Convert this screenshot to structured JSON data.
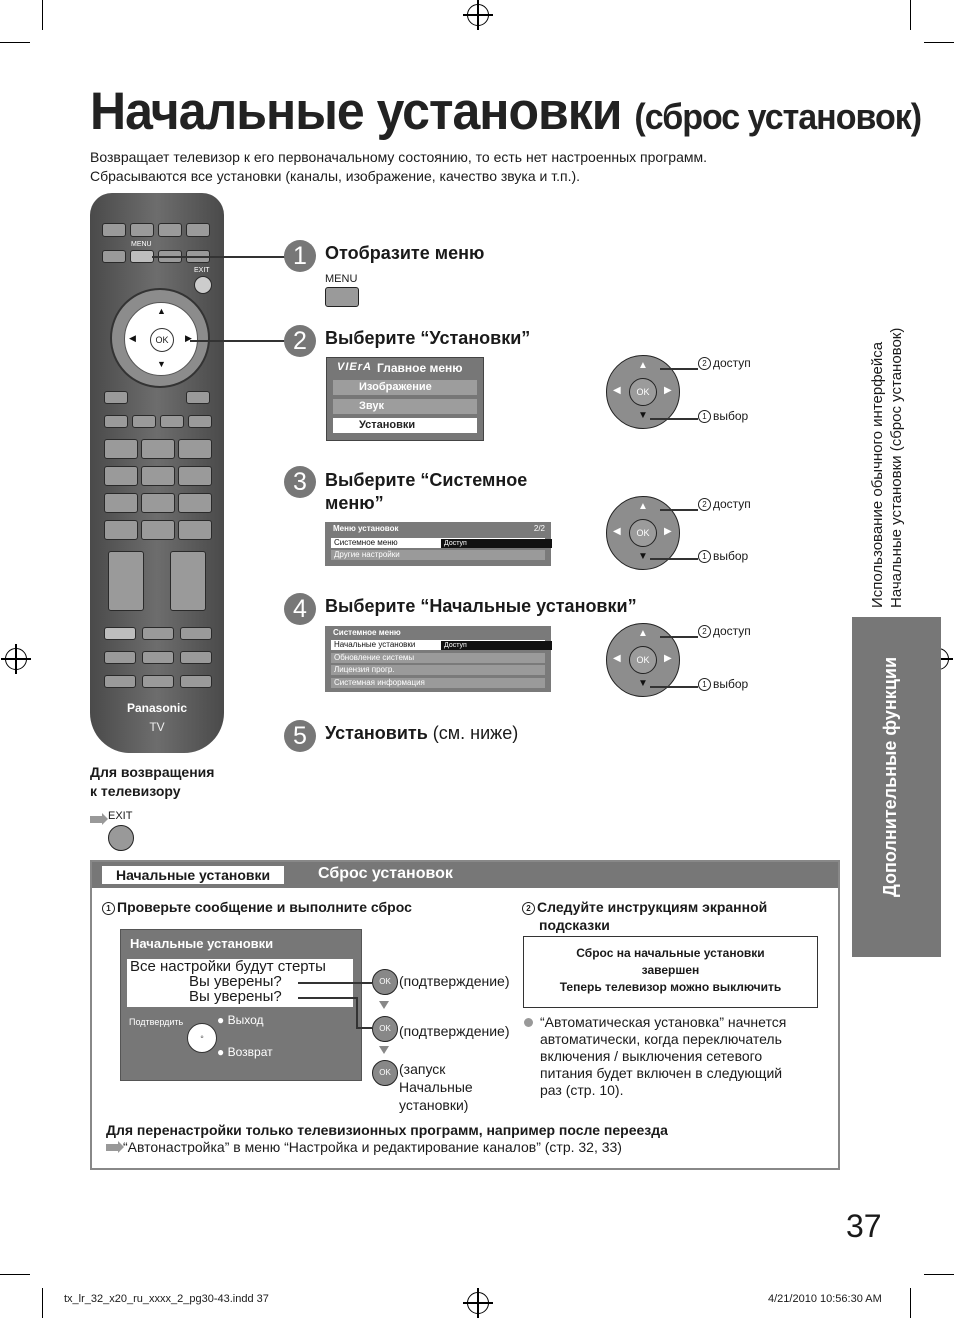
{
  "page": {
    "title_main": "Начальные установки",
    "title_sub": "(сброс установок)",
    "intro_line1": "Возвращает телевизор к его первоначальному состоянию, то есть нет настроенных программ.",
    "intro_line2": "Сбрасываются все установки (каналы, изображение, качество звука и т.п.).",
    "page_number": "37"
  },
  "remote": {
    "menu_label": "MENU",
    "exit_label": "EXIT",
    "ok_label": "OK",
    "brand": "Panasonic",
    "tv_label": "TV"
  },
  "return": {
    "text_line1": "Для возвращения",
    "text_line2": "к телевизору",
    "exit_label": "EXIT"
  },
  "steps": [
    {
      "num": "1",
      "title": "Отобразите меню",
      "button_label": "MENU"
    },
    {
      "num": "2",
      "title": "Выберите “Установки”"
    },
    {
      "num": "3",
      "title_line1": "Выберите “Системное",
      "title_line2": "меню”"
    },
    {
      "num": "4",
      "title": "Выберите “Начальные установки”"
    },
    {
      "num": "5",
      "title": "Установить",
      "title_note": "(см. ниже)"
    }
  ],
  "main_menu": {
    "logo": "VIErA",
    "header": "Главное меню",
    "items": [
      "Изображение",
      "Звук",
      "Установки"
    ],
    "selected_index": 2
  },
  "setup_menu": {
    "header": "Меню установок",
    "page": "2/2",
    "rows": [
      "Системное меню",
      "Другие настройки"
    ],
    "value": "Доступ"
  },
  "system_menu": {
    "header": "Системное меню",
    "rows": [
      "Начальные установки",
      "Обновление системы",
      "Лицензия прогр.",
      "Системная информация"
    ],
    "value": "Доступ"
  },
  "dials": {
    "ok": "OK",
    "access_num": "②",
    "access": "доступ",
    "select_num": "①",
    "select": "выбор"
  },
  "side": {
    "line1": "Использование обычного интерфейса",
    "line2": "Начальные установки (сброс установок)",
    "tab": "Дополнительные функции"
  },
  "reset_box": {
    "label": "Начальные установки",
    "title": "Сброс установок",
    "step1_num": "①",
    "step1": "Проверьте сообщение и выполните сброс",
    "step2_num": "②",
    "step2_line1": "Следуйте инструкциям экранной",
    "step2_line2": "подсказки",
    "osd_header": "Начальные установки",
    "osd_line1": "Все настройки будут стерты",
    "osd_line2": "Вы уверены?",
    "osd_line3": "Вы уверены?",
    "osd_confirm": "Подтвердить",
    "osd_exit": "Выход",
    "osd_return": "Возврат",
    "ok": "OK",
    "confirm1": "(подтверждение)",
    "confirm2": "(подтверждение)",
    "launch_line1": "(запуск",
    "launch_line2": "Начальные",
    "launch_line3": "установки)",
    "final_line1": "Сброс на начальные установки",
    "final_line2": "завершен",
    "final_line3": "Теперь телевизор можно выключить",
    "note_line1": "“Автоматическая установка” начнется",
    "note_line2": "автоматически, когда переключатель",
    "note_line3": "включения / выключения сетевого",
    "note_line4": "питания будет включен в следующий",
    "note_line5": "раз (стр. 10).",
    "retune_title": "Для перенастройки только телевизионных программ, например после переезда",
    "retune_text": "“Автонастройка” в меню “Настройка и редактирование каналов” (стр. 32, 33)"
  },
  "footer": {
    "file": "tx_lr_32_x20_ru_xxxx_2_pg30-43.indd   37",
    "date": "4/21/2010   10:56:30 AM"
  }
}
